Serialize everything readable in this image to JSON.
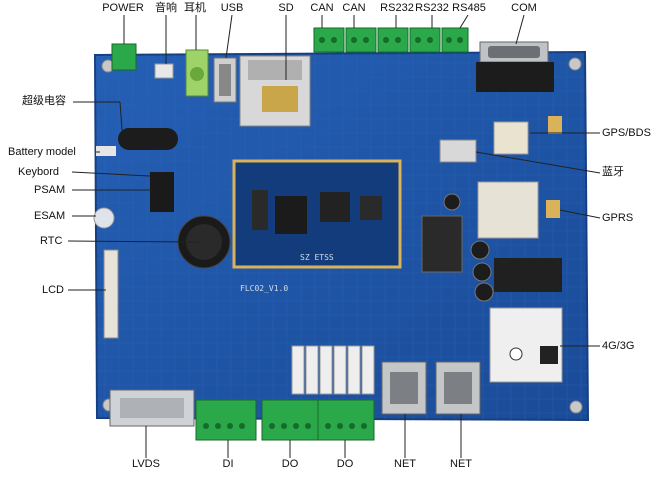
{
  "labels": {
    "top": {
      "power": "POWER",
      "audio": "音响",
      "earphone": "耳机",
      "usb": "USB",
      "sd": "SD",
      "can1": "CAN",
      "can2": "CAN",
      "rs232_1": "RS232",
      "rs232_2": "RS232",
      "rs485": "RS485",
      "com": "COM"
    },
    "left": {
      "supercap": "超级电容",
      "battery": "Battery model",
      "keyboard": "Keybord",
      "psam": "PSAM",
      "esam": "ESAM",
      "rtc": "RTC",
      "lcd": "LCD"
    },
    "right": {
      "gps": "GPS/BDS",
      "bluetooth": "蓝牙",
      "gprs": "GPRS",
      "cellular": "4G/3G"
    },
    "bottom": {
      "lvds": "LVDS",
      "di": "DI",
      "do1": "DO",
      "do2": "DO",
      "net1": "NET",
      "net2": "NET"
    }
  },
  "board": {
    "silkscreen": "FLC02_V1.0",
    "module_text": "SZ ETSS",
    "colors": {
      "pcb": "#1f55a8",
      "terminal": "#2aa84a",
      "gold": "#d9b25a"
    }
  }
}
